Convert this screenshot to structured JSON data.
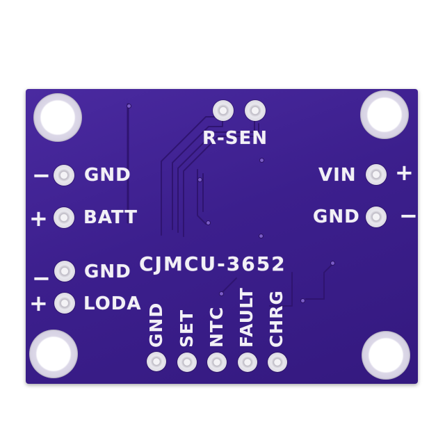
{
  "board": {
    "model": "CJMCU-3652",
    "colors": {
      "pcb": "#3c1f8d",
      "silkscreen": "#f2f0f6",
      "pad": "#d7d5dd",
      "background": "#ffffff"
    },
    "left_pins": [
      {
        "label": "GND",
        "sign": "−"
      },
      {
        "label": "BATT",
        "sign": "+"
      },
      {
        "label": "GND",
        "sign": "−"
      },
      {
        "label": "LODA",
        "sign": "+"
      }
    ],
    "right_pins": [
      {
        "label": "VIN",
        "sign": "+"
      },
      {
        "label": "GND",
        "sign": "−"
      }
    ],
    "top_pad_label": "R-SEN",
    "bottom_pins": [
      "GND",
      "SET",
      "NTC",
      "FAULT",
      "CHRG"
    ]
  }
}
